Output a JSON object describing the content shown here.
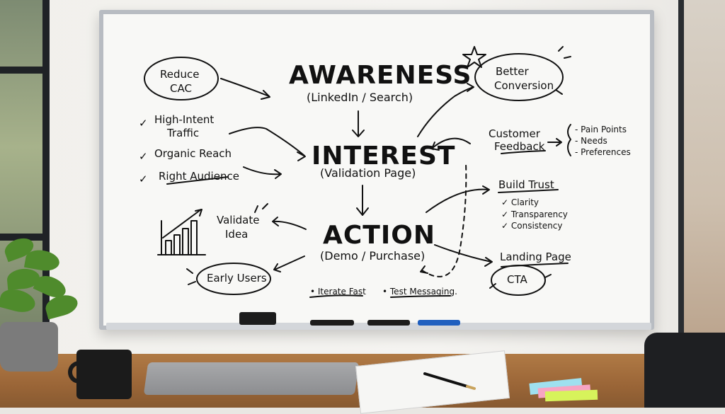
{
  "whiteboard": {
    "main_stages": [
      {
        "title": "AWARENESS",
        "subtitle": "(LinkedIn / Search)"
      },
      {
        "title": "INTEREST",
        "subtitle": "(Validation Page)"
      },
      {
        "title": "ACTION",
        "subtitle": "(Demo / Purchase)"
      }
    ],
    "left_bubbles": {
      "reduce_cac": [
        "Reduce",
        "CAC"
      ],
      "validate_idea": [
        "Validate",
        "Idea"
      ],
      "early_users": "Early Users"
    },
    "left_checklist": [
      "High-Intent",
      "Traffic",
      "Organic Reach",
      "Right Audience"
    ],
    "right_bubbles": {
      "better_conversion": [
        "Better",
        "Conversion"
      ],
      "customer_feedback": [
        "Customer",
        "Feedback"
      ],
      "feedback_points": [
        "- Pain Points",
        "- Needs",
        "- Preferences"
      ],
      "build_trust": "Build Trust",
      "trust_points": [
        "✓ Clarity",
        "✓ Transparency",
        "✓ Consistency"
      ],
      "landing_page": "Landing Page",
      "cta": "CTA"
    },
    "bottom_notes": [
      "• Iterate Fast",
      "• Test Messaging."
    ]
  },
  "colors": {
    "ink": "#111111",
    "marker_black": "#1c1c1c",
    "marker_blue": "#1f5fbf",
    "sticky_blue": "#9fe0ef",
    "sticky_pink": "#f7a4c3",
    "sticky_yellow": "#d7f35b",
    "desk_wood": "#9a6537"
  },
  "icons": {
    "star": "star-icon",
    "bar_chart": "bar-chart-icon",
    "arrow": "arrow-icon"
  }
}
